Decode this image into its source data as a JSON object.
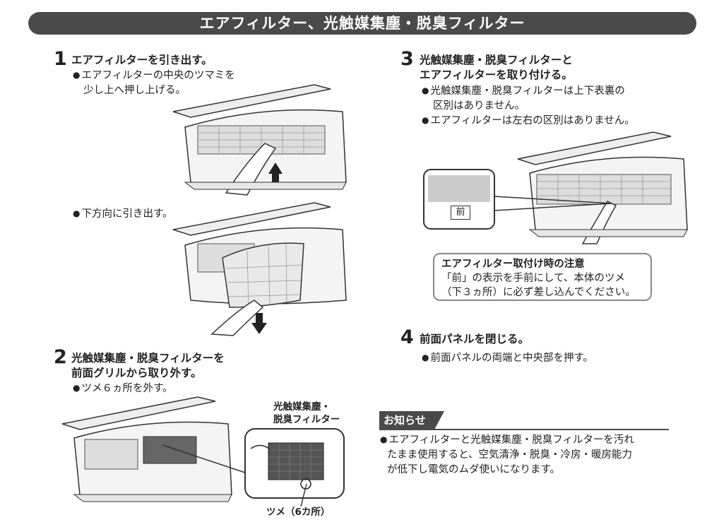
{
  "title": "エアフィルター、光触媒集塵・脱臭フィルター",
  "steps": [
    {
      "num": "1",
      "heading": "エアフィルターを引き出す。",
      "notes": [
        "エアフィルターの中央のツマミを",
        "少し上へ押し上げる。"
      ],
      "notes2": "下方向に引き出す。"
    },
    {
      "num": "2",
      "heading_lines": [
        "光触媒集塵・脱臭フィルターを",
        "前面グリルから取り外す。"
      ],
      "notes": "ツメ６ヵ所を外す。",
      "label_filter": [
        "光触媒集塵・",
        "脱臭フィルター"
      ],
      "label_tabs": "ツメ（6カ所）"
    },
    {
      "num": "3",
      "heading_lines": [
        "光触媒集塵・脱臭フィルターと",
        "エアフィルターを取り付ける。"
      ],
      "notes": [
        "光触媒集塵・脱臭フィルターは上下表裏の",
        "区別はありません。"
      ],
      "notes2": "エアフィルターは左右の区別はありません。",
      "front_label": "前"
    },
    {
      "num": "4",
      "heading": "前面パネルを閉じる。",
      "notes": "前面パネルの両端と中央部を押す。"
    }
  ],
  "caution": {
    "title": "エアフィルター取付け時の注意",
    "lines": [
      "「前」の表示を手前にして、本体のツメ",
      "（下３ヵ所）に必ず差し込んでください。"
    ]
  },
  "notice": {
    "tag": "お知らせ",
    "lines": [
      "エアフィルターと光触媒集塵・脱臭フィルターを汚れ",
      "たまま使用すると、空気清浄・脱臭・冷房・暖房能力",
      "が低下し電気のムダ使いになります。"
    ]
  }
}
